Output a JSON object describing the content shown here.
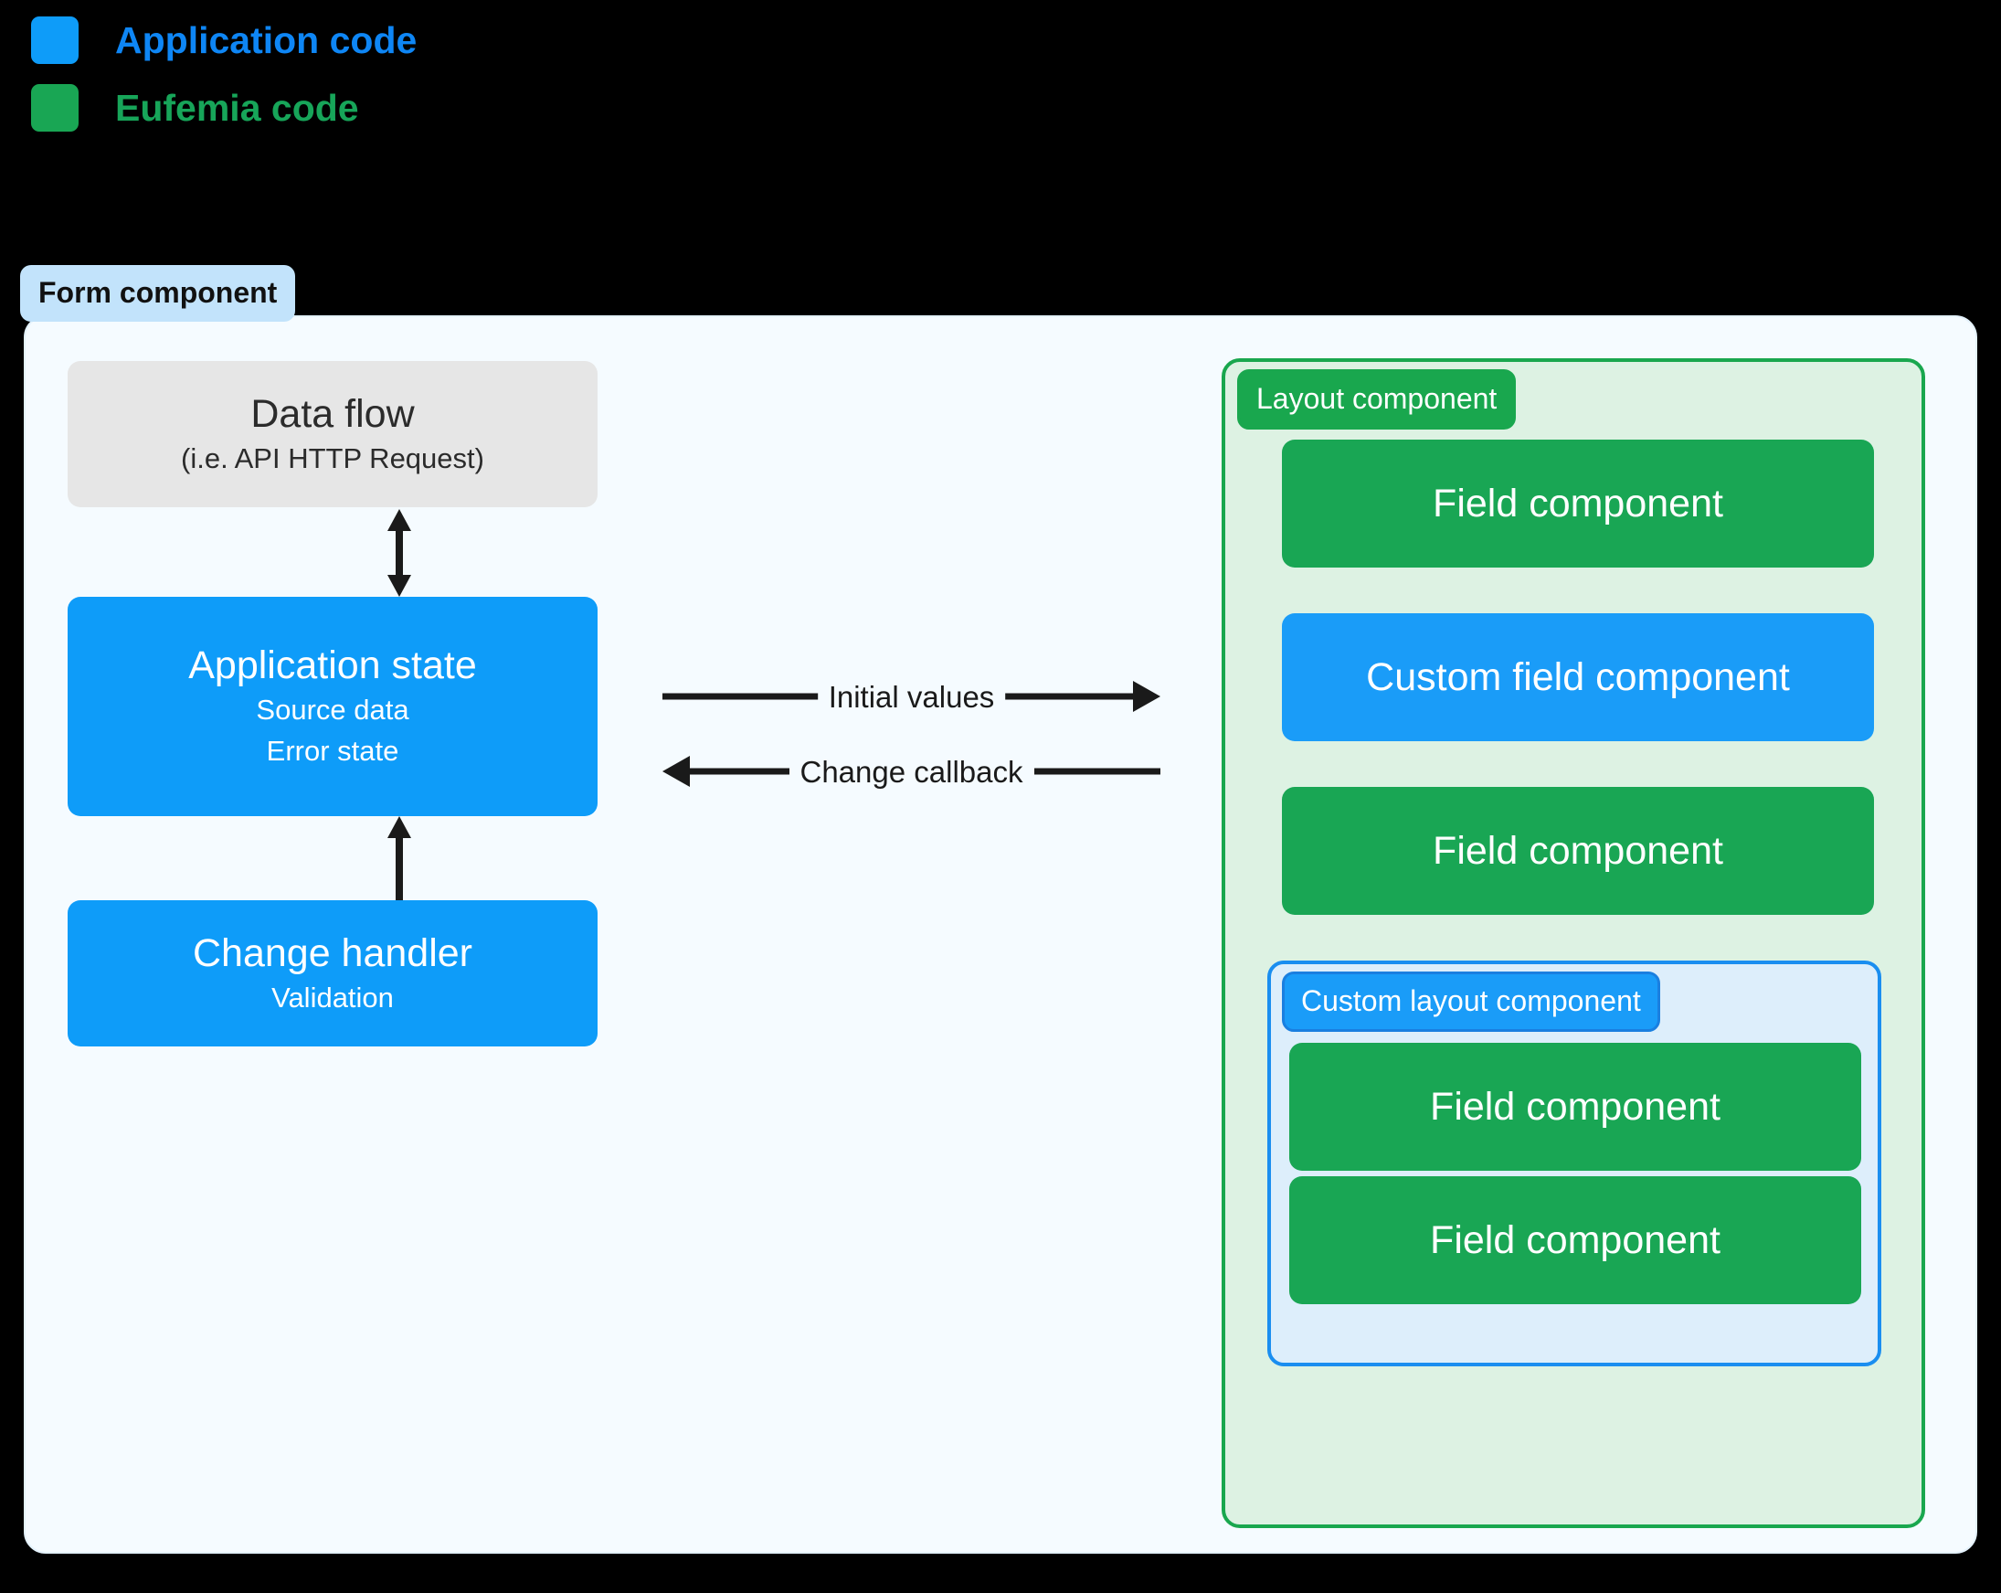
{
  "legend": {
    "items": [
      {
        "label": "Application code",
        "color": "#0e9cf9",
        "text_color": "#0e86f5"
      },
      {
        "label": "Eufemia code",
        "color": "#19a654",
        "text_color": "#17a559"
      }
    ]
  },
  "form": {
    "pill_label": "Form component",
    "pill_bg": "#c2e3fb",
    "bg": "#f5fbff"
  },
  "left_column": {
    "data_flow": {
      "title": "Data flow",
      "subtitle": "(i.e. API HTTP Request)",
      "bg": "#e6e6e6"
    },
    "application_state": {
      "title": "Application state",
      "sub_lines": [
        "Source data",
        "Error state"
      ],
      "bg": "#0e9cf9"
    },
    "change_handler": {
      "title": "Change handler",
      "sub_lines": [
        "Validation"
      ],
      "bg": "#0e9cf9"
    }
  },
  "connectors": {
    "data_flow_state": {
      "name": "double-arrow-vertical",
      "direction": "both"
    },
    "handler_state": {
      "name": "arrow-up",
      "direction": "up"
    },
    "initial_values": {
      "label": "Initial values",
      "direction": "right"
    },
    "change_callback": {
      "label": "Change callback",
      "direction": "left"
    }
  },
  "layout_component": {
    "pill_label": "Layout component",
    "bg": "#ddf2e3",
    "border": "#19a74e",
    "children": [
      {
        "label": "Field component",
        "kind": "eufemia"
      },
      {
        "label": "Custom field component",
        "kind": "application"
      },
      {
        "label": "Field component",
        "kind": "eufemia"
      }
    ],
    "custom_layout": {
      "pill_label": "Custom layout component",
      "bg": "#ddeefb",
      "border": "#1a8ef0",
      "children": [
        {
          "label": "Field component",
          "kind": "eufemia"
        },
        {
          "label": "Field component",
          "kind": "eufemia"
        }
      ]
    }
  }
}
